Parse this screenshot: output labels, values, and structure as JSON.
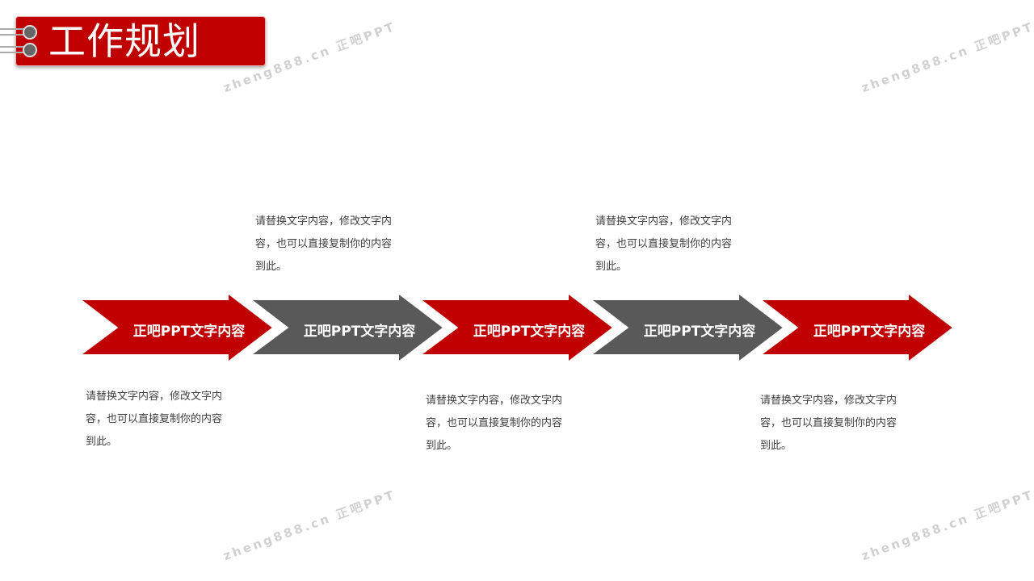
{
  "title": "工作规划",
  "watermark": "zheng888.cn 正吧PPT",
  "colors": {
    "red": "#c00000",
    "gray": "#595959"
  },
  "steps": [
    {
      "label": "正吧PPT文字内容",
      "color": "red",
      "desc": [
        "请替换文字内容，修改文字内",
        "容，也可以直接复制你的内容",
        "到此。"
      ],
      "desc_position": "below"
    },
    {
      "label": "正吧PPT文字内容",
      "color": "gray",
      "desc": [
        "请替换文字内容，修改文字内",
        "容，也可以直接复制你的内容",
        "到此。"
      ],
      "desc_position": "above"
    },
    {
      "label": "正吧PPT文字内容",
      "color": "red",
      "desc": [
        "请替换文字内容，修改文字内",
        "容，也可以直接复制你的内容",
        "到此。"
      ],
      "desc_position": "below"
    },
    {
      "label": "正吧PPT文字内容",
      "color": "gray",
      "desc": [
        "请替换文字内容，修改文字内",
        "容，也可以直接复制你的内容",
        "到此。"
      ],
      "desc_position": "above"
    },
    {
      "label": "正吧PPT文字内容",
      "color": "red",
      "desc": [
        "请替换文字内容，修改文字内",
        "容，也可以直接复制你的内容",
        "到此。"
      ],
      "desc_position": "below"
    }
  ]
}
